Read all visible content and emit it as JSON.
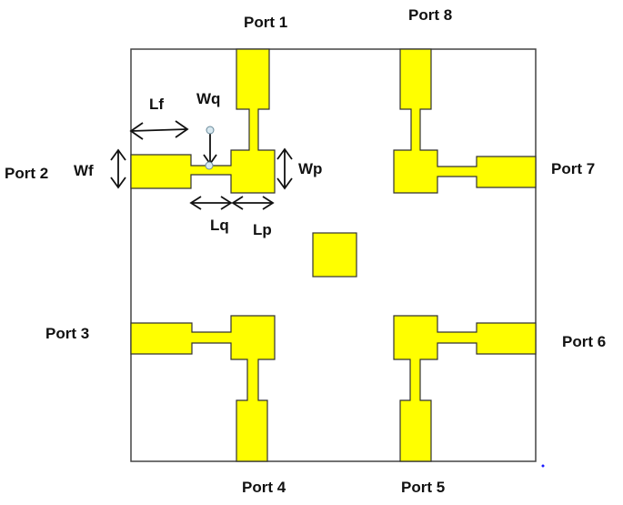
{
  "diagram": {
    "type": "8-port microstrip layout",
    "colors": {
      "metal": "#ffff00",
      "outline": "#333333",
      "substrate": "#ffffff",
      "marker": "#d8e8f0",
      "dot": "#1a1aff"
    },
    "ports": [
      {
        "id": "port-1",
        "label": "Port 1",
        "side": "top-left"
      },
      {
        "id": "port-2",
        "label": "Port 2",
        "side": "left-top"
      },
      {
        "id": "port-3",
        "label": "Port 3",
        "side": "left-bottom"
      },
      {
        "id": "port-4",
        "label": "Port 4",
        "side": "bottom-left"
      },
      {
        "id": "port-5",
        "label": "Port 5",
        "side": "bottom-right"
      },
      {
        "id": "port-6",
        "label": "Port 6",
        "side": "right-bottom"
      },
      {
        "id": "port-7",
        "label": "Port 7",
        "side": "right-top"
      },
      {
        "id": "port-8",
        "label": "Port 8",
        "side": "top-right"
      }
    ],
    "dimensions": {
      "lf": "Lf",
      "wf": "Wf",
      "wq": "Wq",
      "lq": "Lq",
      "wp": "Wp",
      "lp": "Lp"
    }
  }
}
